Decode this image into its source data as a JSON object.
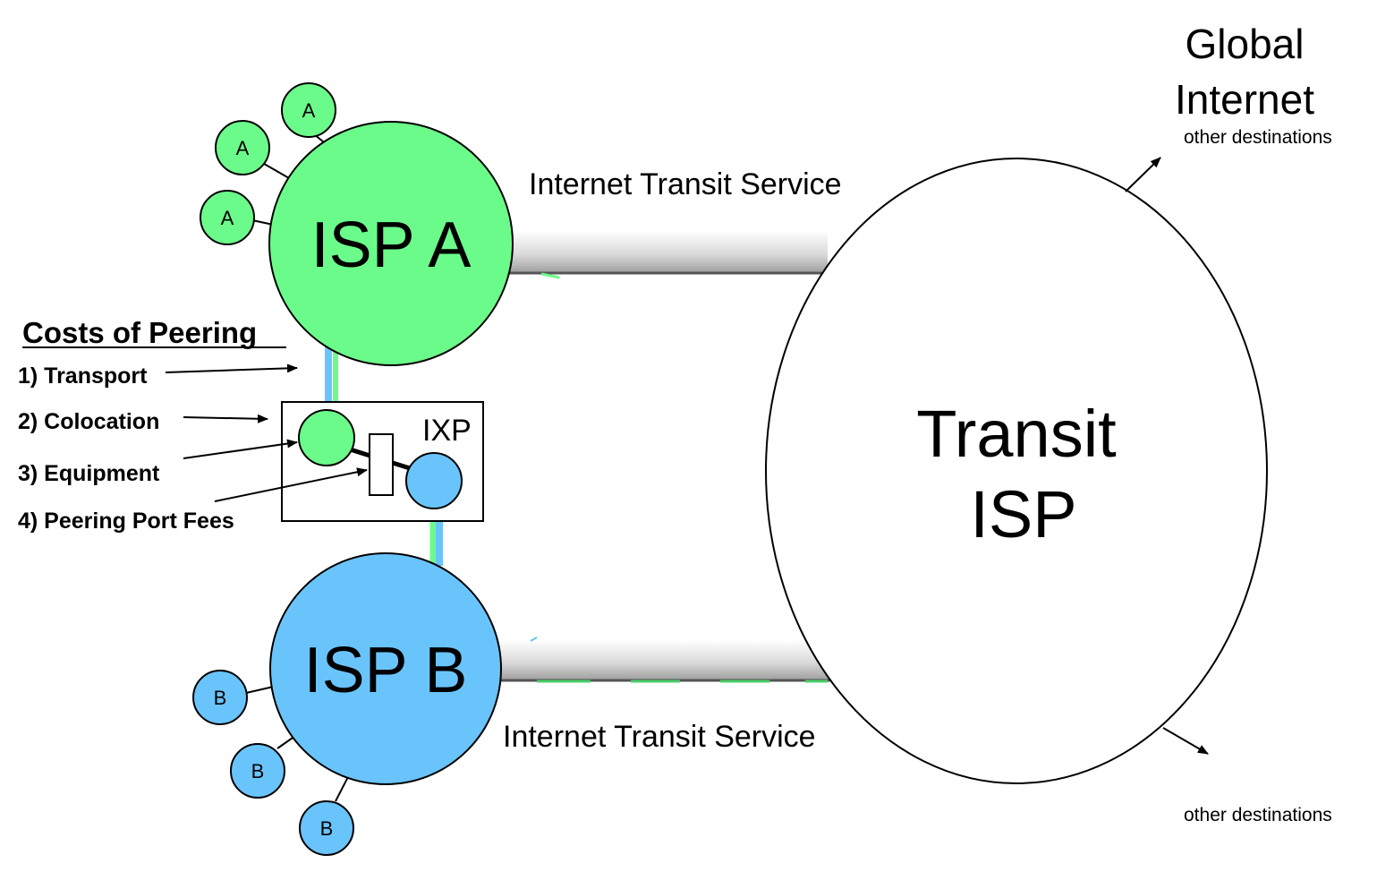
{
  "diagram": {
    "global_internet": {
      "line1": "Global",
      "line2": "Internet"
    },
    "other_destinations_top": "other destinations",
    "other_destinations_bottom": "other destinations",
    "transit_service_top": "Internet Transit Service",
    "transit_service_bottom": "Internet Transit Service",
    "transit_isp": {
      "line1": "Transit",
      "line2": "ISP"
    },
    "isp_a": {
      "label": "ISP A",
      "color": "#6bfb8a"
    },
    "isp_b": {
      "label": "ISP B",
      "color": "#6ac4fc"
    },
    "customers_a": [
      "A",
      "A",
      "A"
    ],
    "customers_b": [
      "B",
      "B",
      "B"
    ],
    "ixp_label": "IXP",
    "costs": {
      "title": "Costs of Peering",
      "items": [
        "1) Transport",
        "2) Colocation",
        "3) Equipment",
        "4) Peering Port Fees"
      ]
    }
  }
}
